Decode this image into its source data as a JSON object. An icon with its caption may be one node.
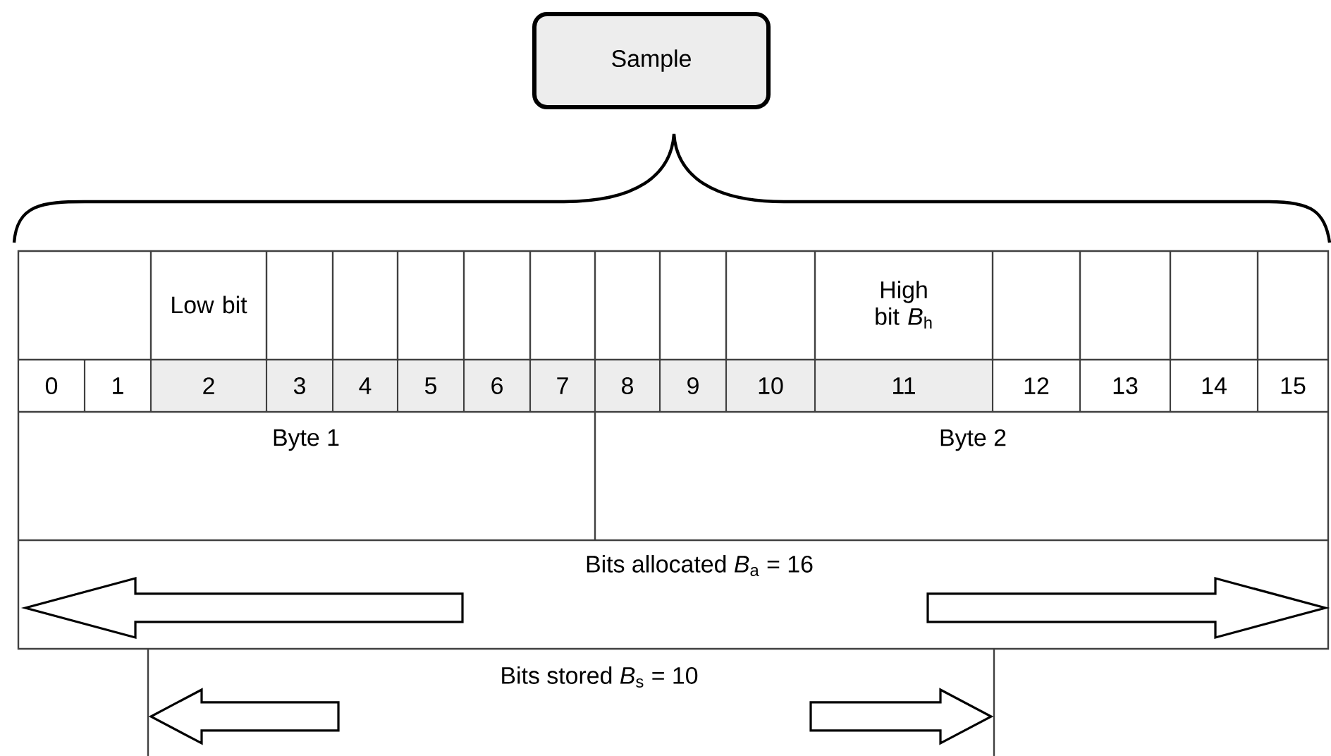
{
  "diagram": {
    "nodes": [
      {
        "text": [
          "Sample"
        ]
      }
    ],
    "labels": [
      "Low bit",
      "High bit *B*$_{h}$",
      "0",
      "1",
      "2",
      "3",
      "4",
      "5",
      "6",
      "7",
      "8",
      "9",
      "10",
      "11",
      "12",
      "13",
      "14",
      "15",
      "Byte 1",
      "Byte 2",
      "Bits allocated *B*$_{a}$ = 16",
      "Bits stored *B*$_{s}$ = 10"
    ]
  }
}
